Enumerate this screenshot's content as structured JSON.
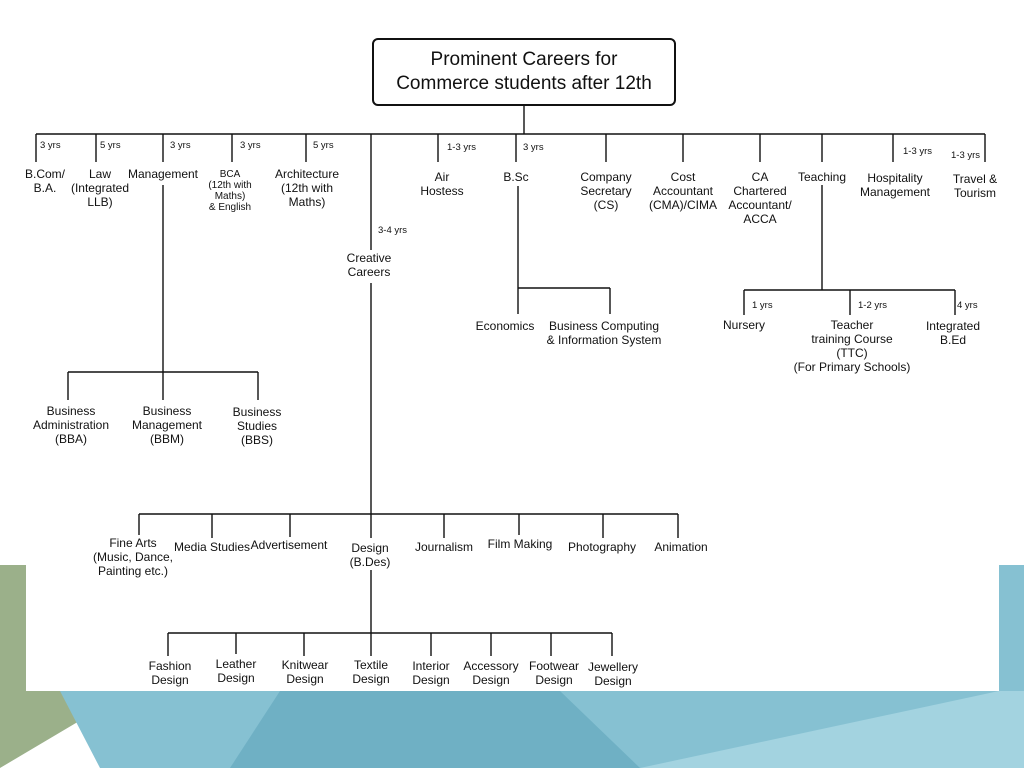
{
  "colors": {
    "line": "#111111",
    "accent_green": "#9bb08a",
    "accent_teal": "#86c1d2",
    "accent_teal_dark": "#6fb0c4",
    "accent_blue": "#a3d3e0"
  },
  "title": {
    "line1": "Prominent Careers for",
    "line2": "Commerce students after 12th"
  },
  "top_careers": [
    {
      "label": "B.Com/\nB.A.",
      "duration": "3 yrs"
    },
    {
      "label": "Law\n(Integrated\nLLB)",
      "duration": "5 yrs"
    },
    {
      "label": "Management",
      "duration": "3 yrs"
    },
    {
      "label": "BCA\n(12th with\nMaths)\n& English",
      "duration": "3 yrs"
    },
    {
      "label": "Architecture\n(12th with\nMaths)",
      "duration": "5 yrs"
    },
    {
      "label": "Creative\nCareers",
      "duration": "3-4  yrs"
    },
    {
      "label": "Air\nHostess",
      "duration": "1-3 yrs"
    },
    {
      "label": "B.Sc",
      "duration": "3 yrs"
    },
    {
      "label": "Company\nSecretary\n(CS)",
      "duration": ""
    },
    {
      "label": "Cost\nAccountant\n(CMA)/CIMA",
      "duration": ""
    },
    {
      "label": "CA\nChartered\nAccountant/\nACCA",
      "duration": ""
    },
    {
      "label": "Teaching",
      "duration": ""
    },
    {
      "label": "Hospitality\nManagement",
      "duration": "1-3 yrs"
    },
    {
      "label": "Travel &\nTourism",
      "duration": "1-3 yrs"
    }
  ],
  "management_branches": [
    {
      "label": "Business\nAdministration\n(BBA)"
    },
    {
      "label": "Business\nManagement\n(BBM)"
    },
    {
      "label": "Business\nStudies\n(BBS)"
    }
  ],
  "bsc_branches": [
    {
      "label": "Economics"
    },
    {
      "label": "Business Computing\n& Information System"
    }
  ],
  "teaching_branches": [
    {
      "label": "Nursery",
      "duration": "1 yrs"
    },
    {
      "label": "Teacher\ntraining Course\n(TTC)\n(For Primary Schools)",
      "duration": "1-2  yrs"
    },
    {
      "label": "Integrated\nB.Ed",
      "duration": "4  yrs"
    }
  ],
  "creative_branches": [
    {
      "label": "Fine Arts\n(Music, Dance,\nPainting etc.)"
    },
    {
      "label": "Media Studies"
    },
    {
      "label": "Advertisement"
    },
    {
      "label": "Design\n(B.Des)"
    },
    {
      "label": "Journalism"
    },
    {
      "label": "Film Making"
    },
    {
      "label": "Photography"
    },
    {
      "label": "Animation"
    }
  ],
  "design_branches": [
    {
      "label": "Fashion\nDesign"
    },
    {
      "label": "Leather\nDesign"
    },
    {
      "label": "Knitwear\nDesign"
    },
    {
      "label": "Textile\nDesign"
    },
    {
      "label": "Interior\nDesign"
    },
    {
      "label": "Accessory\nDesign"
    },
    {
      "label": "Footwear\nDesign"
    },
    {
      "label": "Jewellery\nDesign"
    }
  ]
}
